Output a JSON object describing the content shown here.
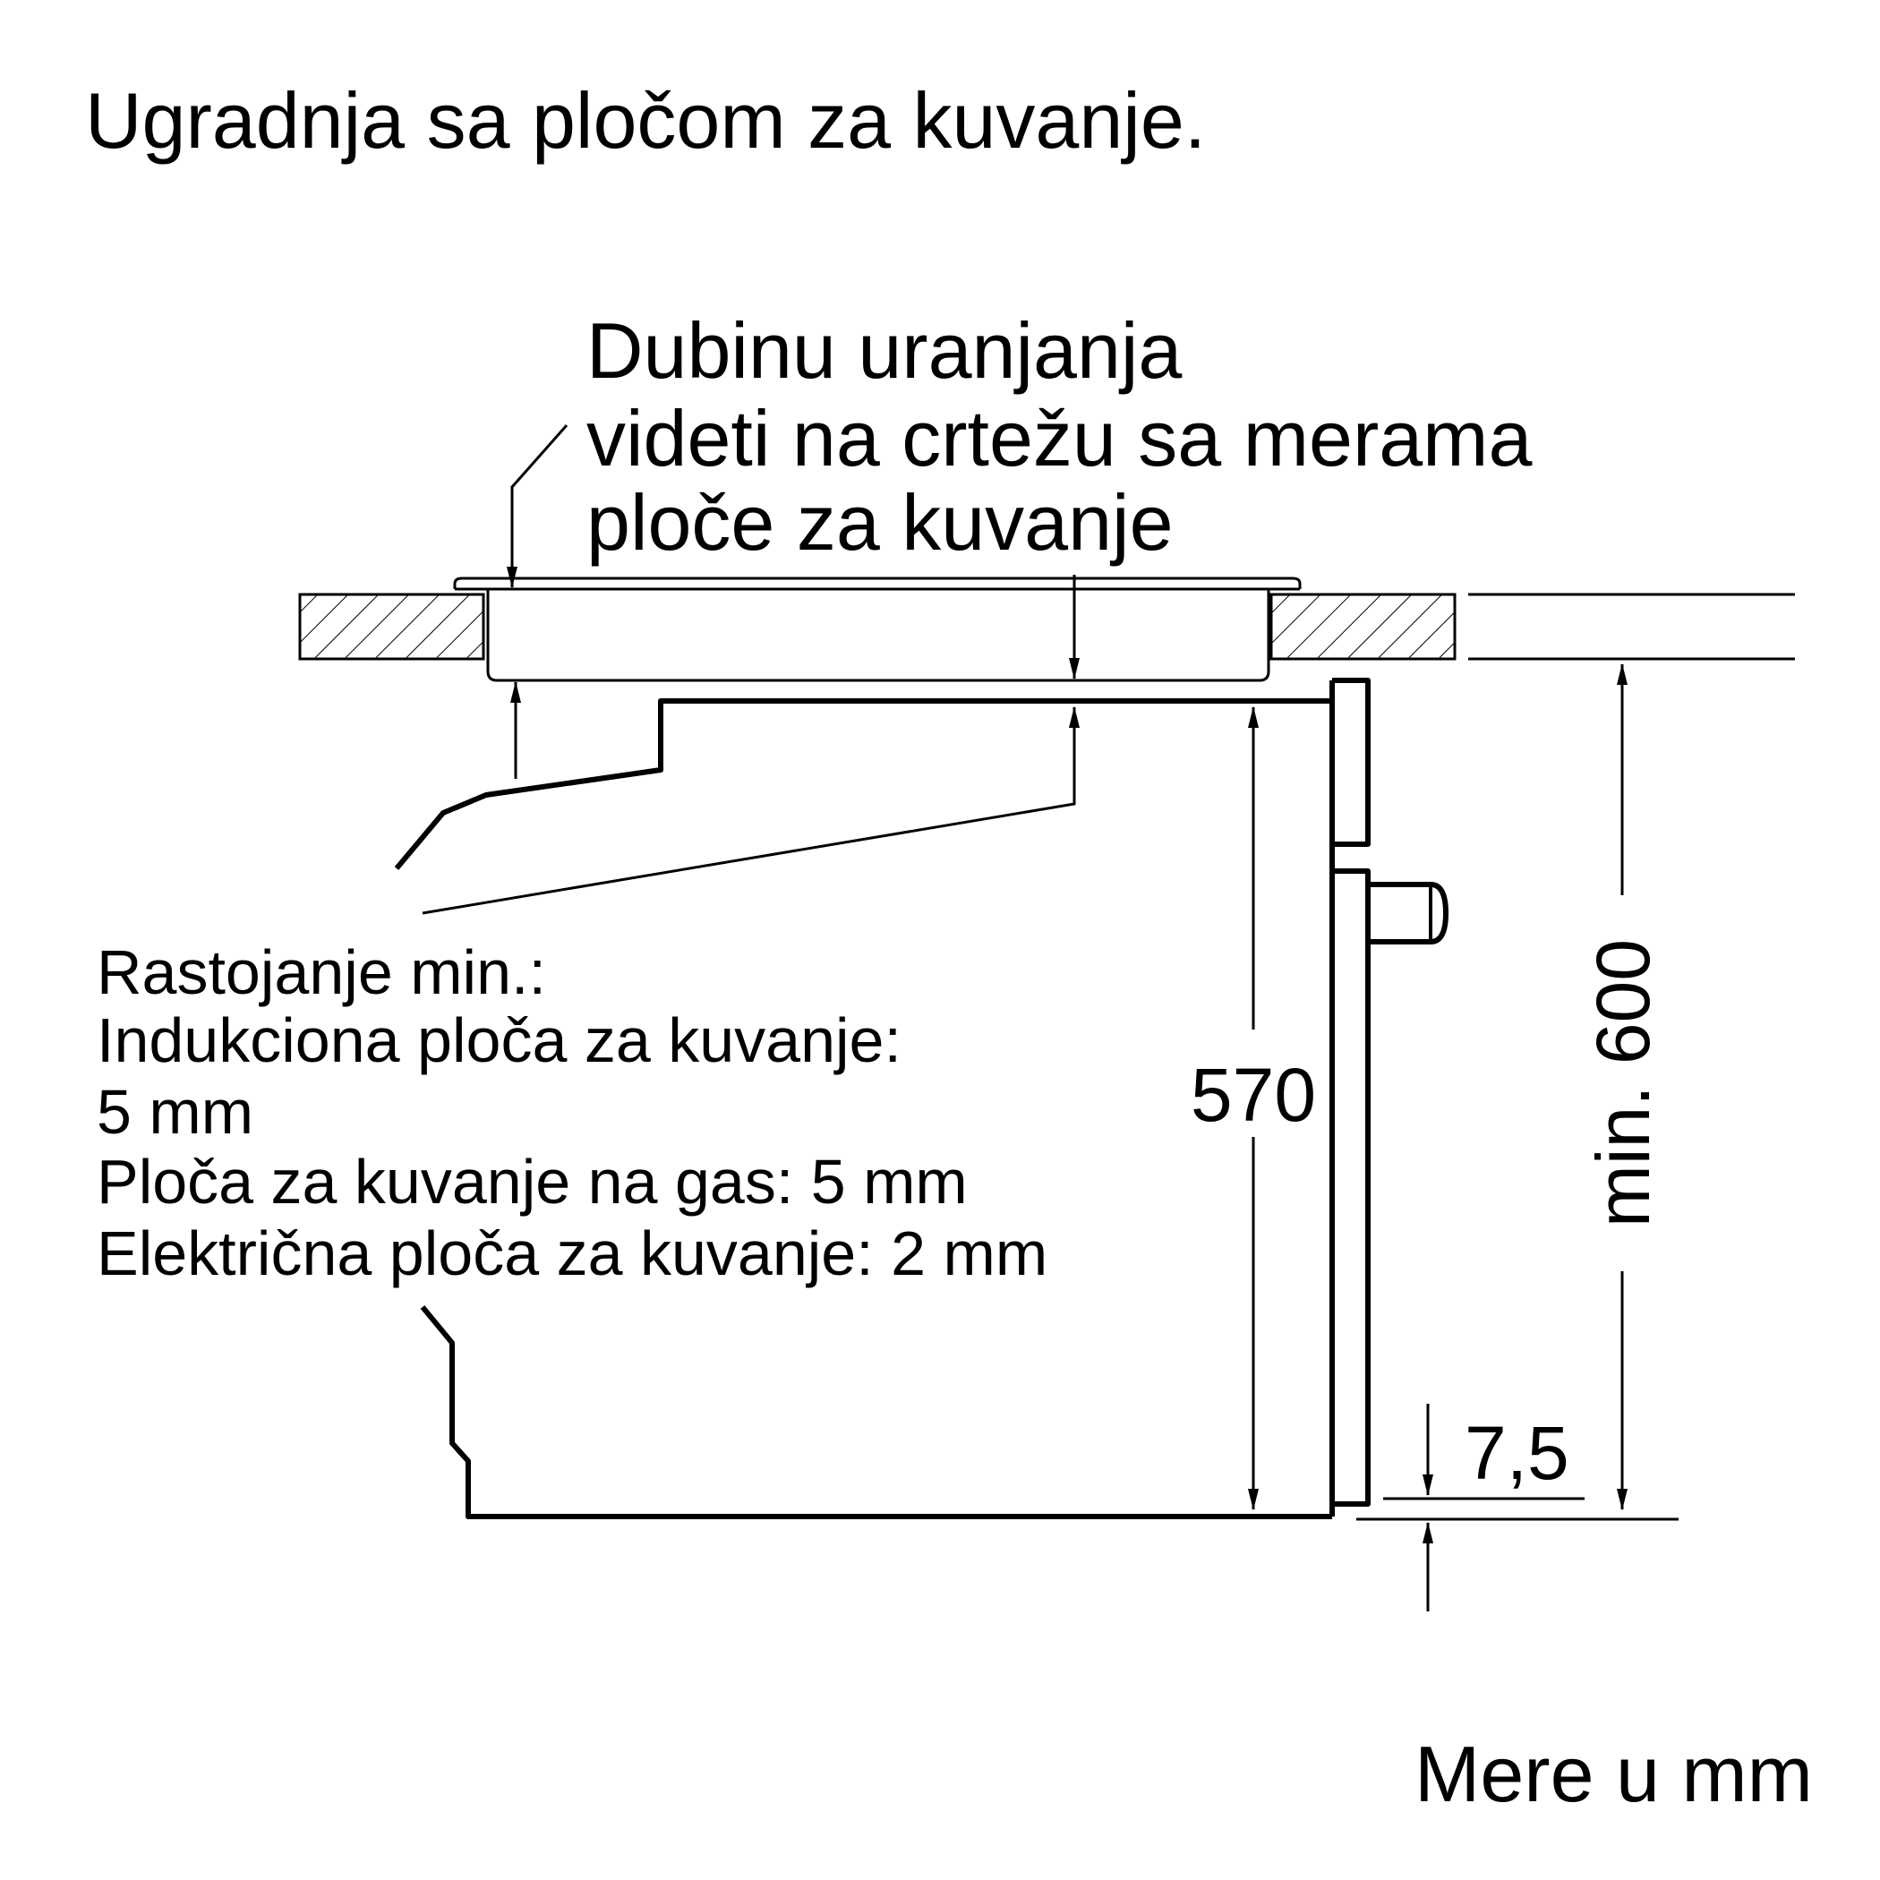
{
  "title": "Ugradnja sa pločom za kuvanje.",
  "immersion_note": {
    "lines": [
      "Dubinu uranjanja",
      "videti na crtežu sa merama",
      "ploče za kuvanje"
    ]
  },
  "distance_note": {
    "lines": [
      "Rastojanje min.:",
      "Indukciona ploča za kuvanje:",
      "5 mm",
      "Ploča za kuvanje na gas: 5 mm",
      "Električna ploča za kuvanje: 2 mm"
    ]
  },
  "dimensions": {
    "oven_height": "570",
    "niche_height": "min. 600",
    "offset": "7,5"
  },
  "units_note": "Mere u mm",
  "colors": {
    "line": "#000000",
    "background": "#ffffff"
  }
}
